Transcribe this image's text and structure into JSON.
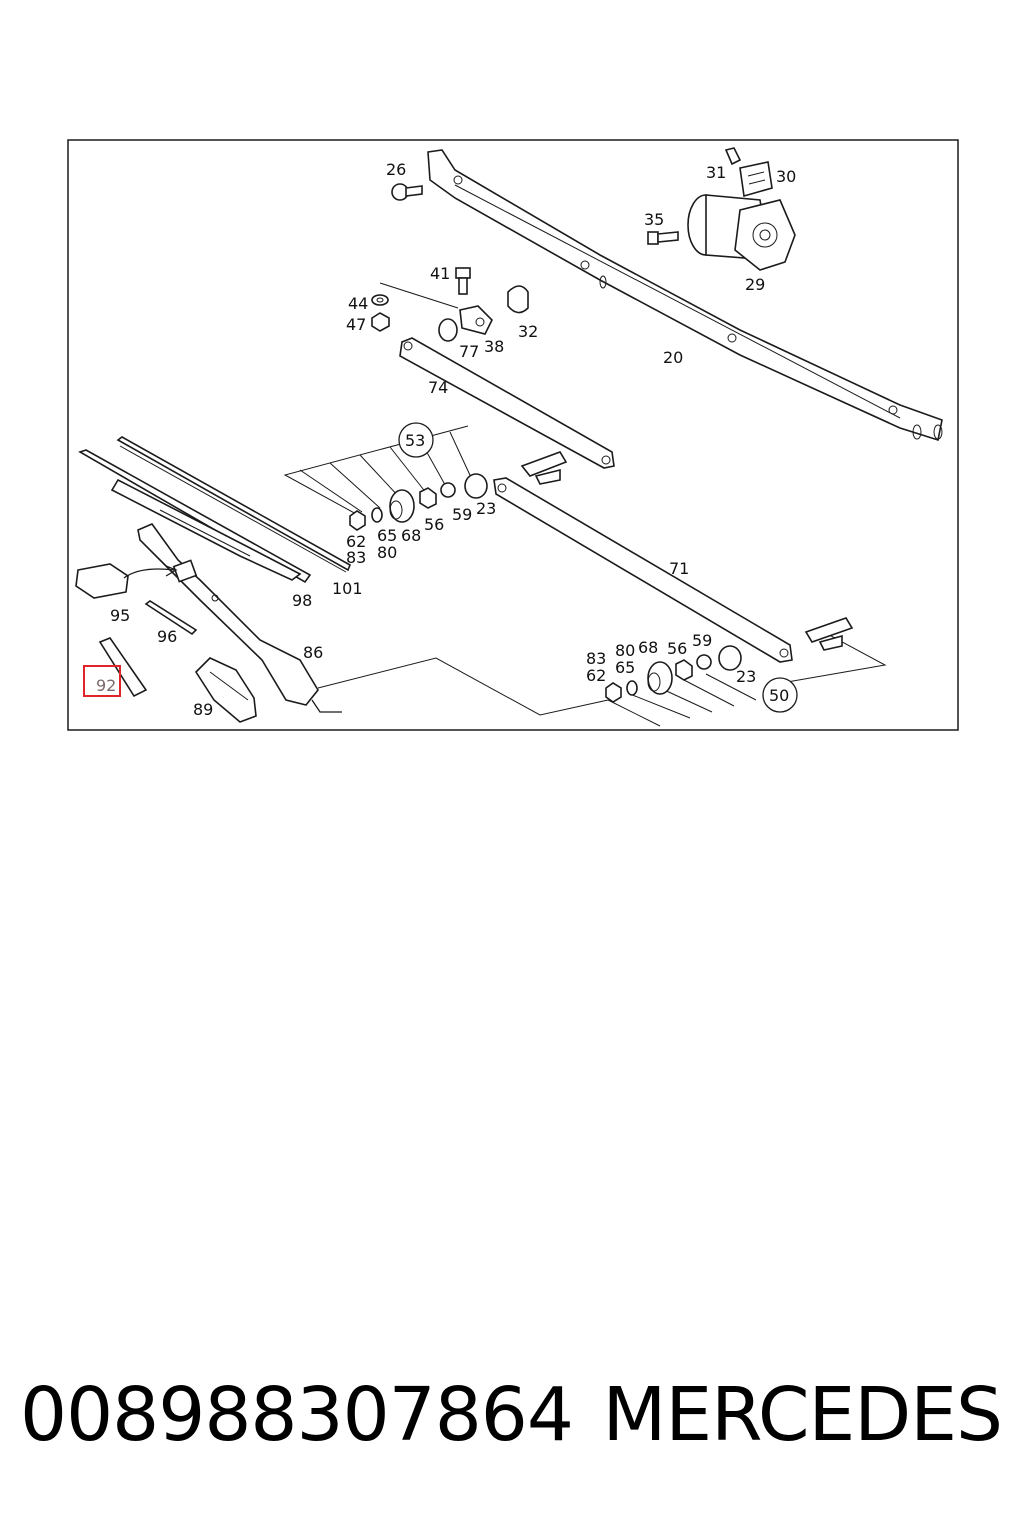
{
  "diagram": {
    "callouts": [
      "26",
      "31",
      "30",
      "35",
      "29",
      "41",
      "44",
      "47",
      "32",
      "77",
      "38",
      "20",
      "74",
      "53",
      "62",
      "83",
      "65",
      "80",
      "68",
      "56",
      "59",
      "23",
      "71",
      "101",
      "98",
      "95",
      "96",
      "86",
      "92",
      "89",
      "83",
      "62",
      "80",
      "65",
      "68",
      "56",
      "59",
      "23",
      "50"
    ],
    "highlighted_callout": "92",
    "highlight_color": "#e0242a"
  },
  "footer": {
    "part_number": "008988307864",
    "brand": "MERCEDES"
  }
}
